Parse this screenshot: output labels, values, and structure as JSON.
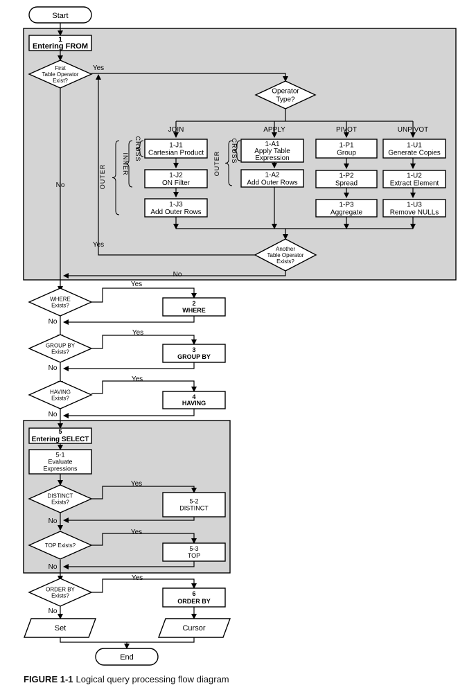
{
  "diagram": {
    "start": "Start",
    "end": "End",
    "phase1": {
      "title_num": "1",
      "title": "Entering FROM",
      "first_table_op": [
        "First",
        "Table Operator",
        "Exist?"
      ],
      "operator_type": [
        "Operator",
        "Type?"
      ],
      "another_table_op": [
        "Another",
        "Table Operator",
        "Exists?"
      ],
      "yes": "Yes",
      "no": "No",
      "join": {
        "header": "JOIN",
        "j1": [
          "1-J1",
          "Cartesian Product"
        ],
        "j2": [
          "1-J2",
          "ON Filter"
        ],
        "j3": [
          "1-J3",
          "Add Outer Rows"
        ],
        "brace_outer": "OUTER",
        "brace_inner": "INNER",
        "brace_cross": "CROSS"
      },
      "apply": {
        "header": "APPLY",
        "a1": [
          "1-A1",
          "Apply Table",
          "Expression"
        ],
        "a2": [
          "1-A2",
          "Add Outer Rows"
        ],
        "brace_outer": "OUTER",
        "brace_cross": "CROSS"
      },
      "pivot": {
        "header": "PIVOT",
        "p1": [
          "1-P1",
          "Group"
        ],
        "p2": [
          "1-P2",
          "Spread"
        ],
        "p3": [
          "1-P3",
          "Aggregate"
        ]
      },
      "unpivot": {
        "header": "UNPIVOT",
        "u1": [
          "1-U1",
          "Generate Copies"
        ],
        "u2": [
          "1-U2",
          "Extract Element"
        ],
        "u3": [
          "1-U3",
          "Remove NULLs"
        ]
      }
    },
    "where": {
      "decision": [
        "WHERE",
        "Exists?"
      ],
      "num": "2",
      "label": "WHERE"
    },
    "groupby": {
      "decision": [
        "GROUP BY",
        "Exists?"
      ],
      "num": "3",
      "label": "GROUP BY"
    },
    "having": {
      "decision": [
        "HAVING",
        "Exists?"
      ],
      "num": "4",
      "label": "HAVING"
    },
    "phase5": {
      "title_num": "5",
      "title": "Entering SELECT",
      "s1": [
        "5-1",
        "Evaluate",
        "Expressions"
      ],
      "distinct_decision": [
        "DISTINCT",
        "Exists?"
      ],
      "s2": [
        "5-2",
        "DISTINCT"
      ],
      "top_decision": "TOP Exists?",
      "s3": [
        "5-3",
        "TOP"
      ]
    },
    "orderby": {
      "decision": [
        "ORDER BY",
        "Exists?"
      ],
      "num": "6",
      "label": "ORDER BY"
    },
    "set": "Set",
    "cursor": "Cursor"
  },
  "caption": {
    "label": "FIGURE 1-1",
    "text": "Logical query processing flow diagram"
  }
}
